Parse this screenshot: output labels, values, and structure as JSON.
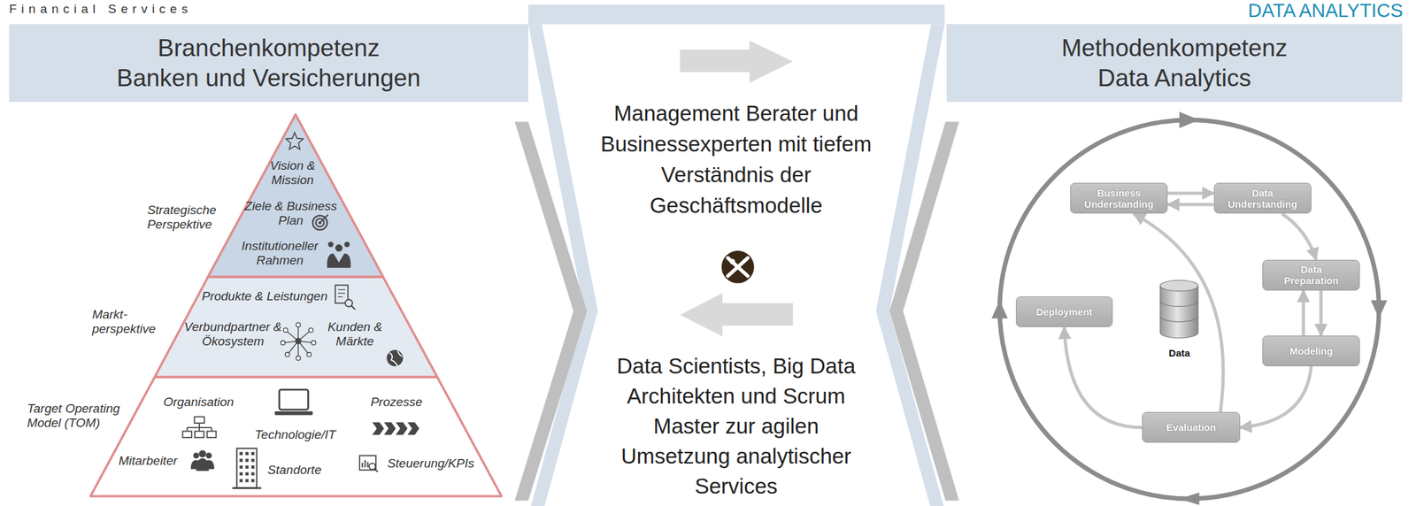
{
  "diagram": {
    "nodes": [
      {
        "text": [
          "Branchenkompetenz",
          "Banken und Versicherungen"
        ]
      },
      {
        "text": [
          "Methodenkompetenz",
          "Data Analytics"
        ]
      },
      {
        "text": [
          "Strategische Perspektive",
          "Vision & Mission",
          "Ziele & Business Plan",
          "Institutioneller Rahmen"
        ]
      },
      {
        "text": [
          "Markt- perspektive",
          "Produkte & Leistungen",
          "Verbundpartner & Ökosystem",
          "Kunden & Märkte"
        ]
      },
      {
        "text": [
          "Target Operating Model (TOM)",
          "Organisation",
          "Technologie/IT",
          "Prozesse",
          "Mitarbeiter",
          "Standorte",
          "Steuerung/KPIs"
        ]
      },
      {
        "text": [
          "Business Understanding"
        ]
      },
      {
        "text": [
          "Data Understanding"
        ]
      },
      {
        "text": [
          "Data Preparation"
        ]
      },
      {
        "text": [
          "Deployment"
        ]
      },
      {
        "text": [
          "Data"
        ]
      },
      {
        "text": [
          "Modeling"
        ]
      },
      {
        "text": [
          "Evaluation"
        ]
      }
    ],
    "edges": [
      {
        "from": 5,
        "to": 6,
        "arrow": "to"
      },
      {
        "from": 6,
        "to": 5,
        "arrow": "to"
      },
      {
        "from": 6,
        "to": 7,
        "arrow": "to"
      },
      {
        "from": 10,
        "to": 7,
        "arrow": "to"
      },
      {
        "from": 7,
        "to": 10,
        "arrow": "to"
      },
      {
        "from": 10,
        "to": 11,
        "arrow": "to"
      },
      {
        "from": 11,
        "to": 5,
        "arrow": "to"
      },
      {
        "from": 11,
        "to": 8,
        "arrow": "to"
      }
    ],
    "labels": [
      "Financial Services",
      "DATA ANALYTICS",
      "Management Berater und Businessexperten mit tiefem Verständnis der Geschäftsmodelle",
      "Data Scientists, Big Data Architekten und Scrum Master zur agilen Umsetzung analytischer Services"
    ]
  }
}
